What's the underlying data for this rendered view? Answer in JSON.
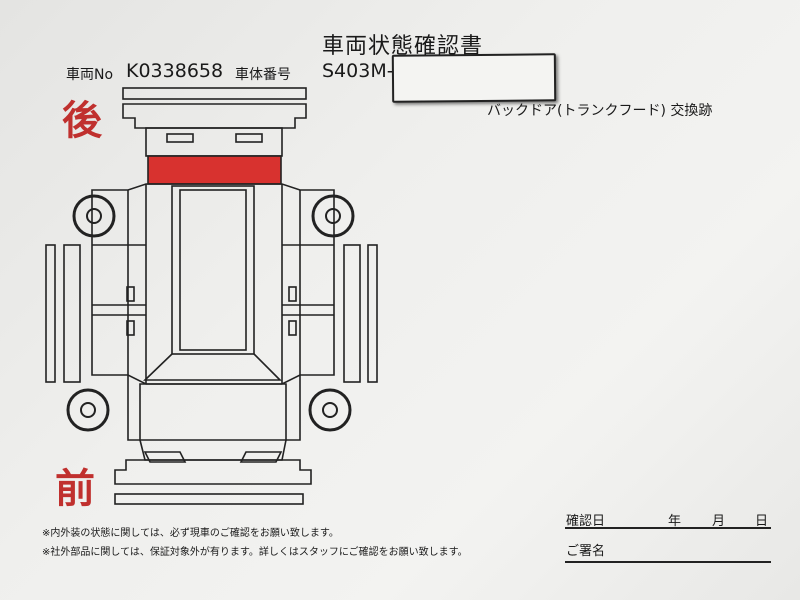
{
  "document": {
    "title": "車両状態確認書",
    "vehicle_no_label": "車両No",
    "vehicle_no": "K0338658",
    "chassis_label": "車体番号",
    "chassis_no": "S403M-",
    "rear_label": "後",
    "front_label": "前",
    "damage_note": "バックドア(トランクフード) 交換跡",
    "damage_color": "#d8322f",
    "footnotes": [
      "※内外装の状態に関しては、必ず現車のご確認をお願い致します。",
      "※社外部品に関しては、保証対象外が有ります。詳しくはスタッフにご確認をお願い致します。"
    ],
    "confirm_date_label": "確認日",
    "year_label": "年",
    "month_label": "月",
    "day_label": "日",
    "signature_label": "ご署名"
  }
}
